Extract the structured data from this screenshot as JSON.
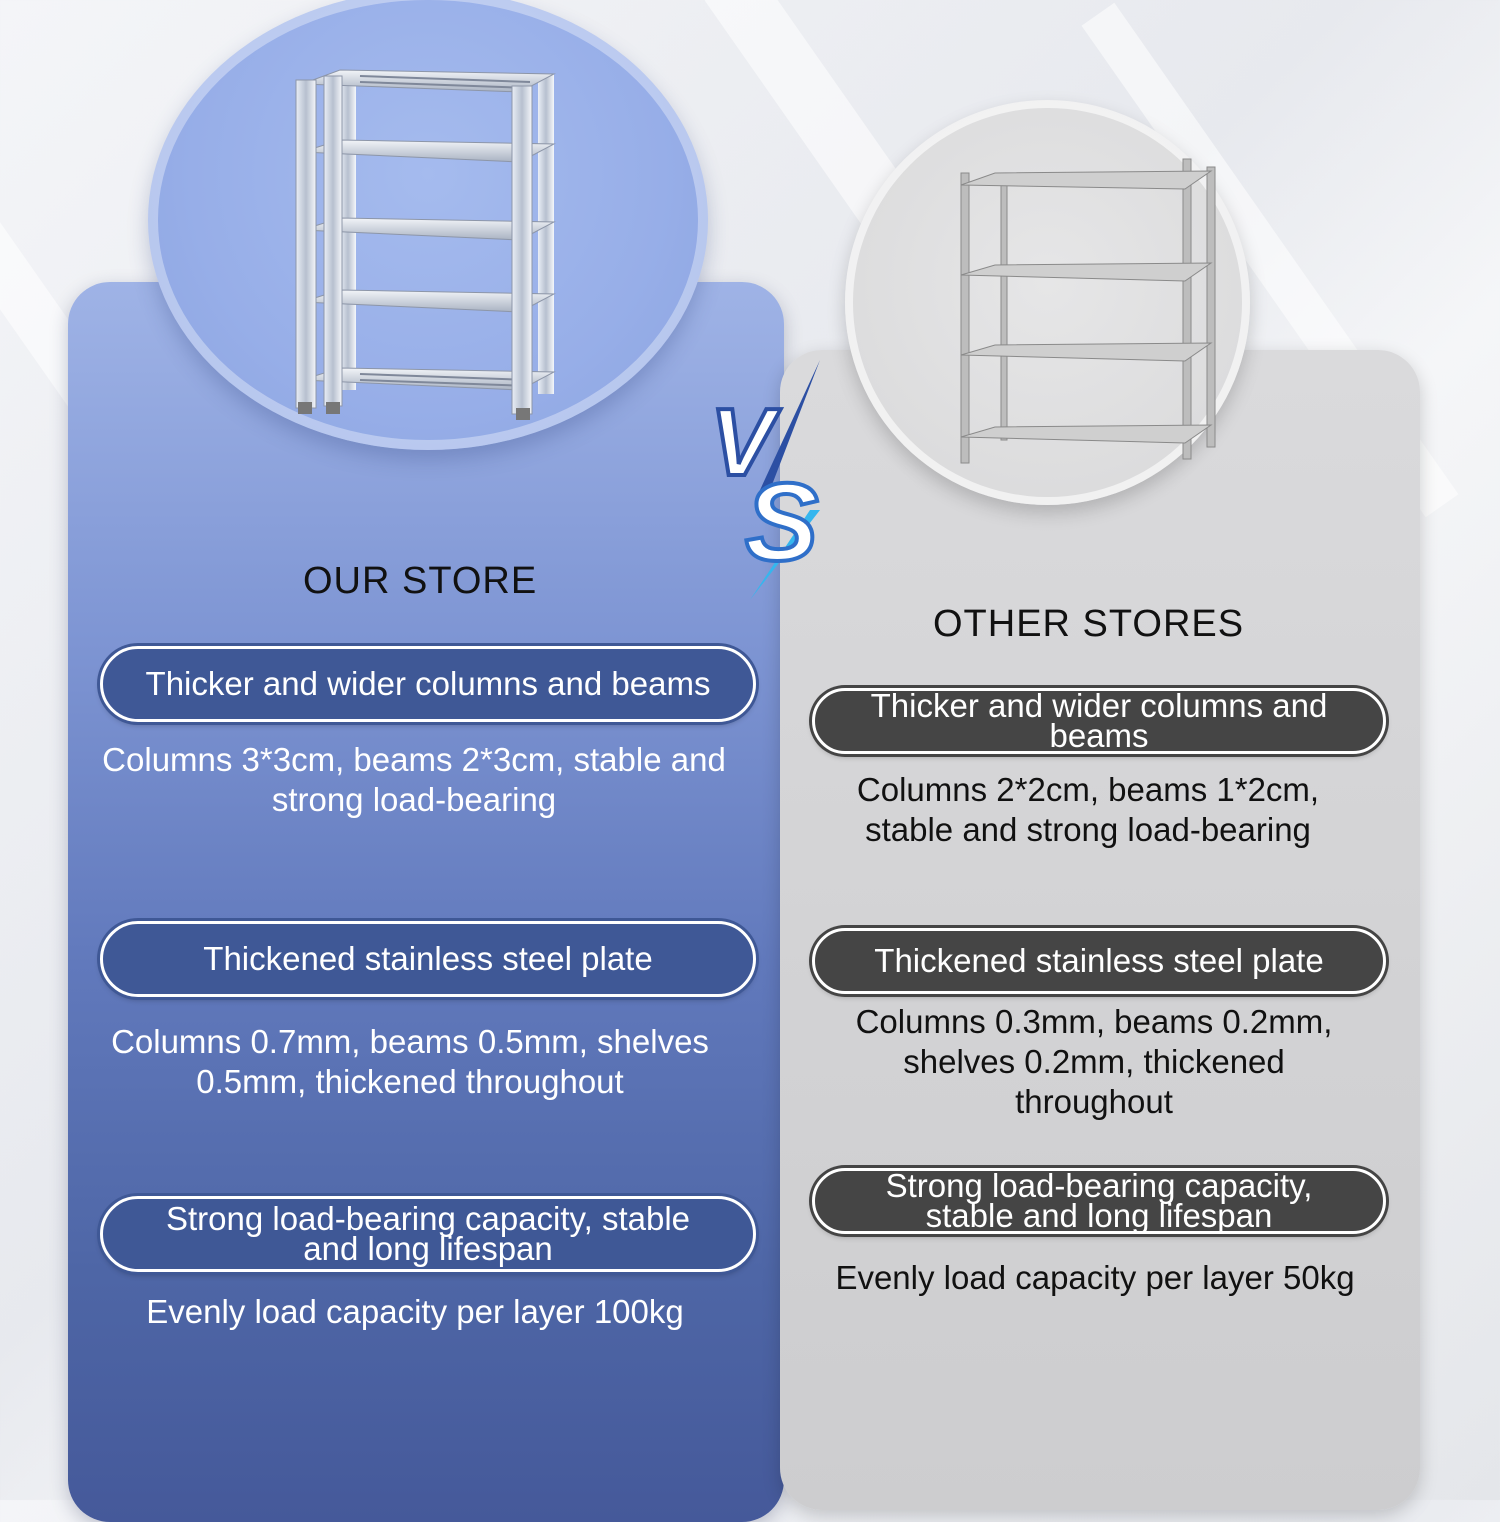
{
  "brand_colors": {
    "our_accent": "#3f5896",
    "other_accent": "#454545"
  },
  "vs_label": "VS",
  "our_store": {
    "title": "OUR STORE",
    "features": [
      {
        "heading": "Thicker and wider columns and beams",
        "detail": "Columns 3*3cm, beams 2*3cm, stable and strong load-bearing"
      },
      {
        "heading": "Thickened stainless steel plate",
        "detail": "Columns 0.7mm, beams 0.5mm, shelves 0.5mm, thickened throughout"
      },
      {
        "heading": "Strong load-bearing capacity, stable and long lifespan",
        "detail": "Evenly load capacity per layer 100kg"
      }
    ]
  },
  "other_stores": {
    "title": "OTHER STORES",
    "features": [
      {
        "heading": "Thicker and wider columns and beams",
        "detail": "Columns 2*2cm, beams 1*2cm, stable and strong load-bearing"
      },
      {
        "heading": "Thickened stainless steel plate",
        "detail": "Columns 0.3mm, beams 0.2mm, shelves 0.2mm, thickened throughout"
      },
      {
        "heading": "Strong load-bearing capacity, stable and long lifespan",
        "detail": "Evenly load capacity per layer 50kg"
      }
    ]
  }
}
